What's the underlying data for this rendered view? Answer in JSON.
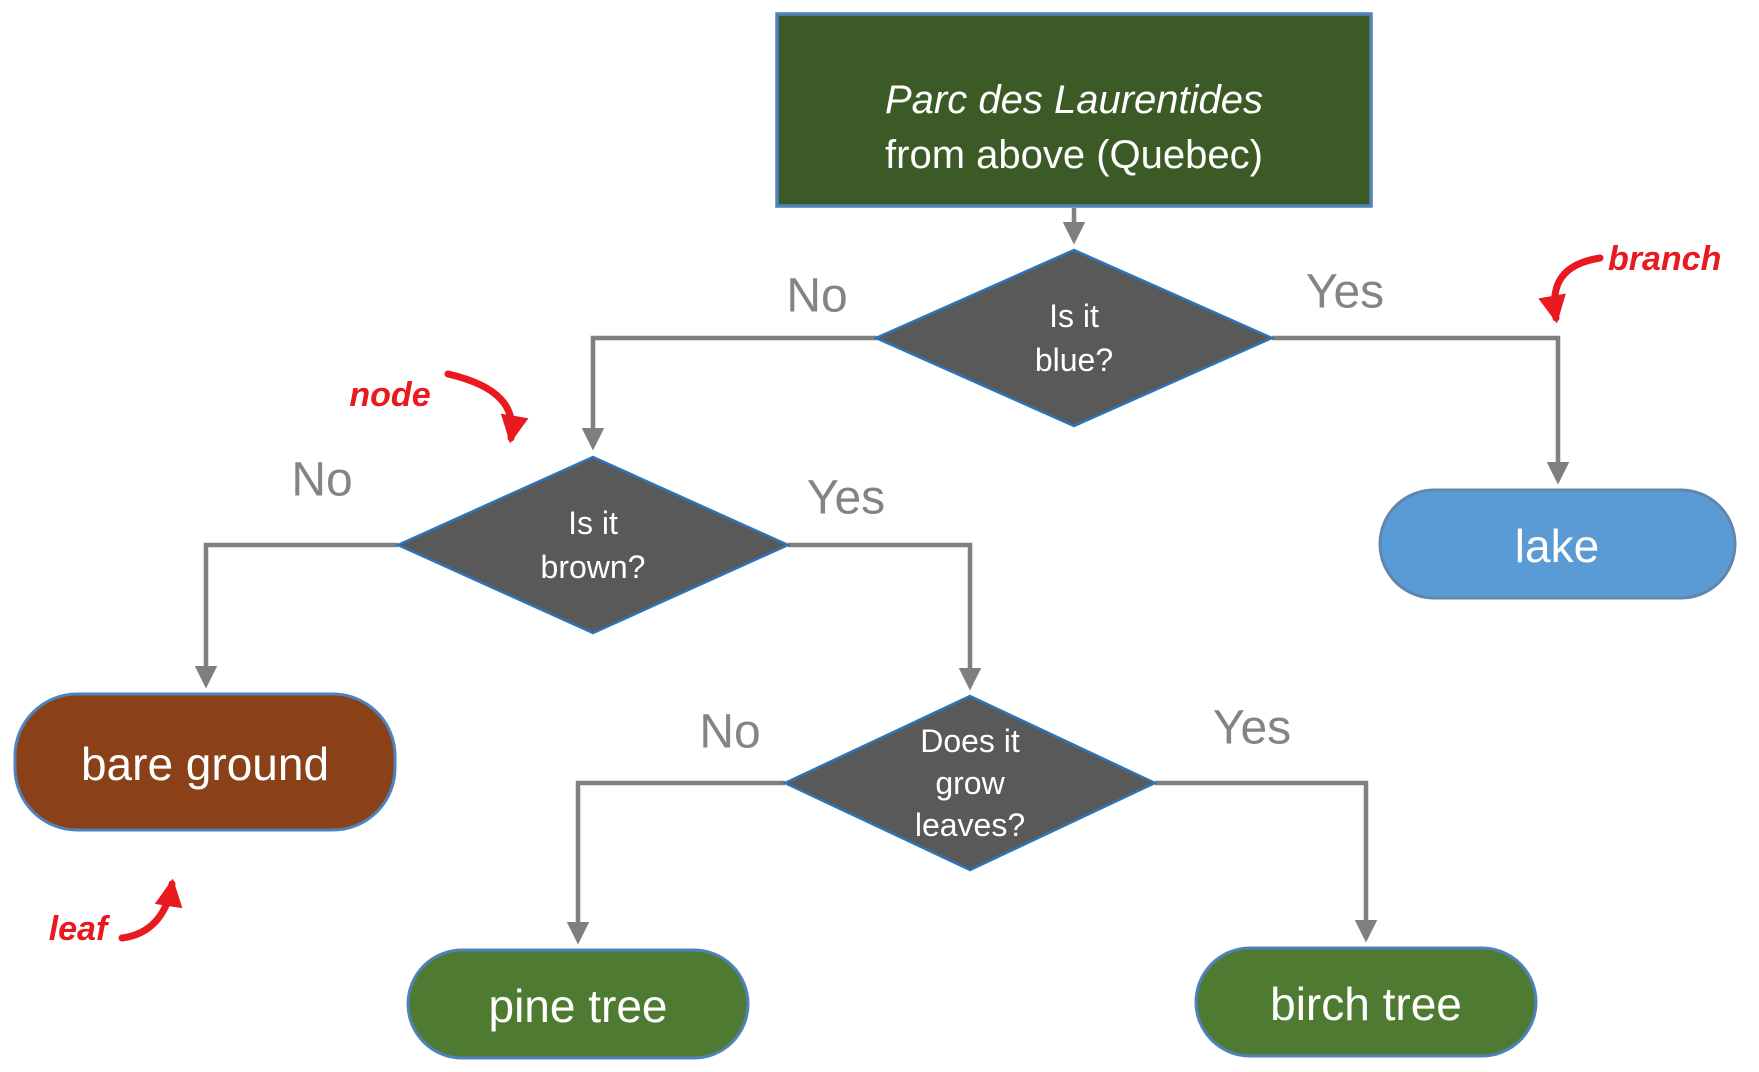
{
  "flowchart": {
    "root": {
      "title_line1": "Parc des Laurentides",
      "title_line2": "from above (Quebec)"
    },
    "decisions": {
      "blue": {
        "line1": "Is it",
        "line2": "blue?"
      },
      "brown": {
        "line1": "Is it",
        "line2": "brown?"
      },
      "leaves": {
        "line1": "Does it",
        "line2": "grow",
        "line3": "leaves?"
      }
    },
    "leaf_nodes": {
      "lake": "lake",
      "bare_ground": "bare ground",
      "pine": "pine tree",
      "birch": "birch tree"
    },
    "edge_labels": {
      "blue_no": "No",
      "blue_yes": "Yes",
      "brown_no": "No",
      "brown_yes": "Yes",
      "leaves_no": "No",
      "leaves_yes": "Yes"
    },
    "annotations": {
      "branch": "branch",
      "node": "node",
      "leaf": "leaf"
    }
  },
  "colors": {
    "root_fill": "#3c5a25",
    "root_border": "#4f81bd",
    "node_fill": "#595959",
    "node_border": "#2e75b6",
    "pill_border": "#4f81bd",
    "lake_fill": "#5b9bd5",
    "lake_border": "#5f87ad",
    "bare_ground_fill": "#8a4118",
    "tree_fill": "#4e7b31",
    "connector": "#7f7f7f",
    "edge_label": "#848484",
    "annotation": "#e8191f",
    "shape_text": "#ffffff"
  }
}
